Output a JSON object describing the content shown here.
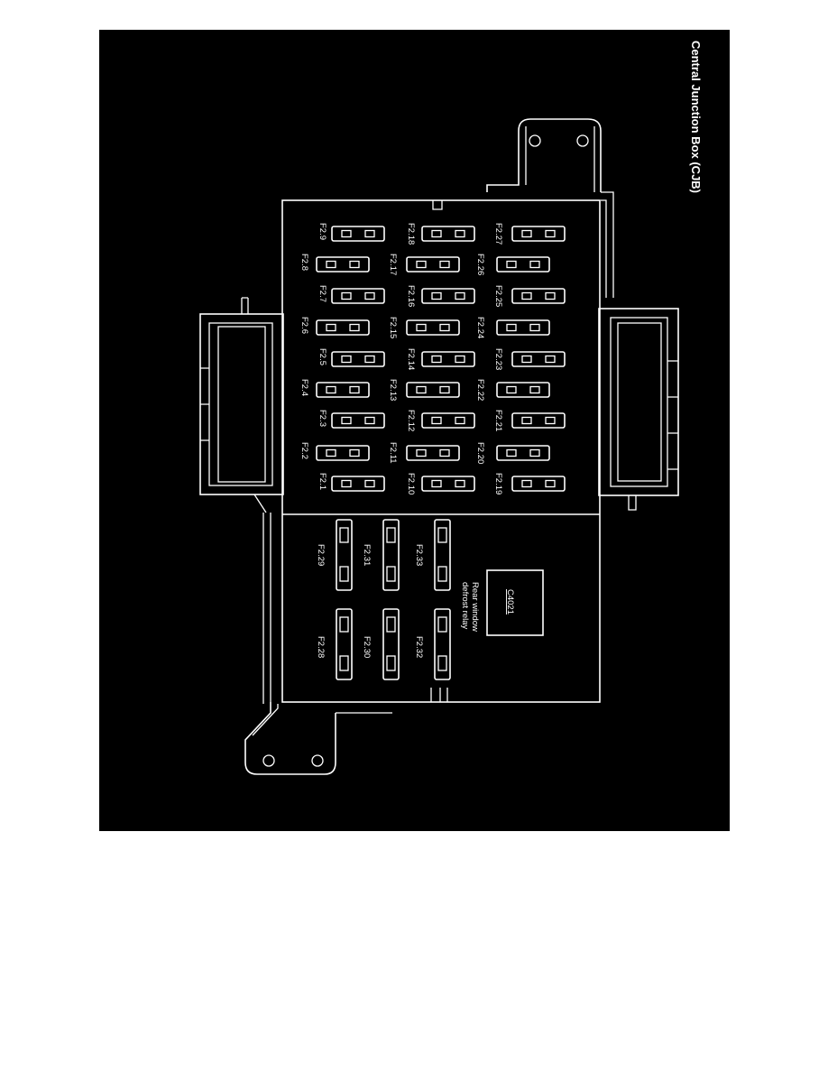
{
  "title": "Central Junction Box (CJB)",
  "relay": {
    "connector": "C4021",
    "line1": "Rear window",
    "line2": "defrost relay"
  },
  "mini_fuses": [
    {
      "id": "F2.1",
      "label": "F2.1"
    },
    {
      "id": "F2.2",
      "label": "F2.2"
    },
    {
      "id": "F2.3",
      "label": "F2.3"
    },
    {
      "id": "F2.4",
      "label": "F2.4"
    },
    {
      "id": "F2.5",
      "label": "F2.5"
    },
    {
      "id": "F2.6",
      "label": "F2.6"
    },
    {
      "id": "F2.7",
      "label": "F2.7"
    },
    {
      "id": "F2.8",
      "label": "F2.8"
    },
    {
      "id": "F2.9",
      "label": "F2.9"
    },
    {
      "id": "F2.10",
      "label": "F2.10"
    },
    {
      "id": "F2.11",
      "label": "F2.11"
    },
    {
      "id": "F2.12",
      "label": "F2.12"
    },
    {
      "id": "F2.13",
      "label": "F2.13"
    },
    {
      "id": "F2.14",
      "label": "F2.14"
    },
    {
      "id": "F2.15",
      "label": "F2.15"
    },
    {
      "id": "F2.16",
      "label": "F2.16"
    },
    {
      "id": "F2.17",
      "label": "F2.17"
    },
    {
      "id": "F2.18",
      "label": "F2.18"
    },
    {
      "id": "F2.19",
      "label": "F2.19"
    },
    {
      "id": "F2.20",
      "label": "F2.20"
    },
    {
      "id": "F2.21",
      "label": "F2.21"
    },
    {
      "id": "F2.22",
      "label": "F2.22"
    },
    {
      "id": "F2.23",
      "label": "F2.23"
    },
    {
      "id": "F2.24",
      "label": "F2.24"
    },
    {
      "id": "F2.25",
      "label": "F2.25"
    },
    {
      "id": "F2.26",
      "label": "F2.26"
    },
    {
      "id": "F2.27",
      "label": "F2.27"
    }
  ],
  "maxi_fuses": [
    {
      "id": "F2.28",
      "label": "F2.28"
    },
    {
      "id": "F2.29",
      "label": "F2.29"
    },
    {
      "id": "F2.30",
      "label": "F2.30"
    },
    {
      "id": "F2.31",
      "label": "F2.31"
    },
    {
      "id": "F2.32",
      "label": "F2.32"
    },
    {
      "id": "F2.33",
      "label": "F2.33"
    }
  ],
  "colors": {
    "background": "#000000",
    "line": "#ffffff",
    "page": "#ffffff"
  }
}
